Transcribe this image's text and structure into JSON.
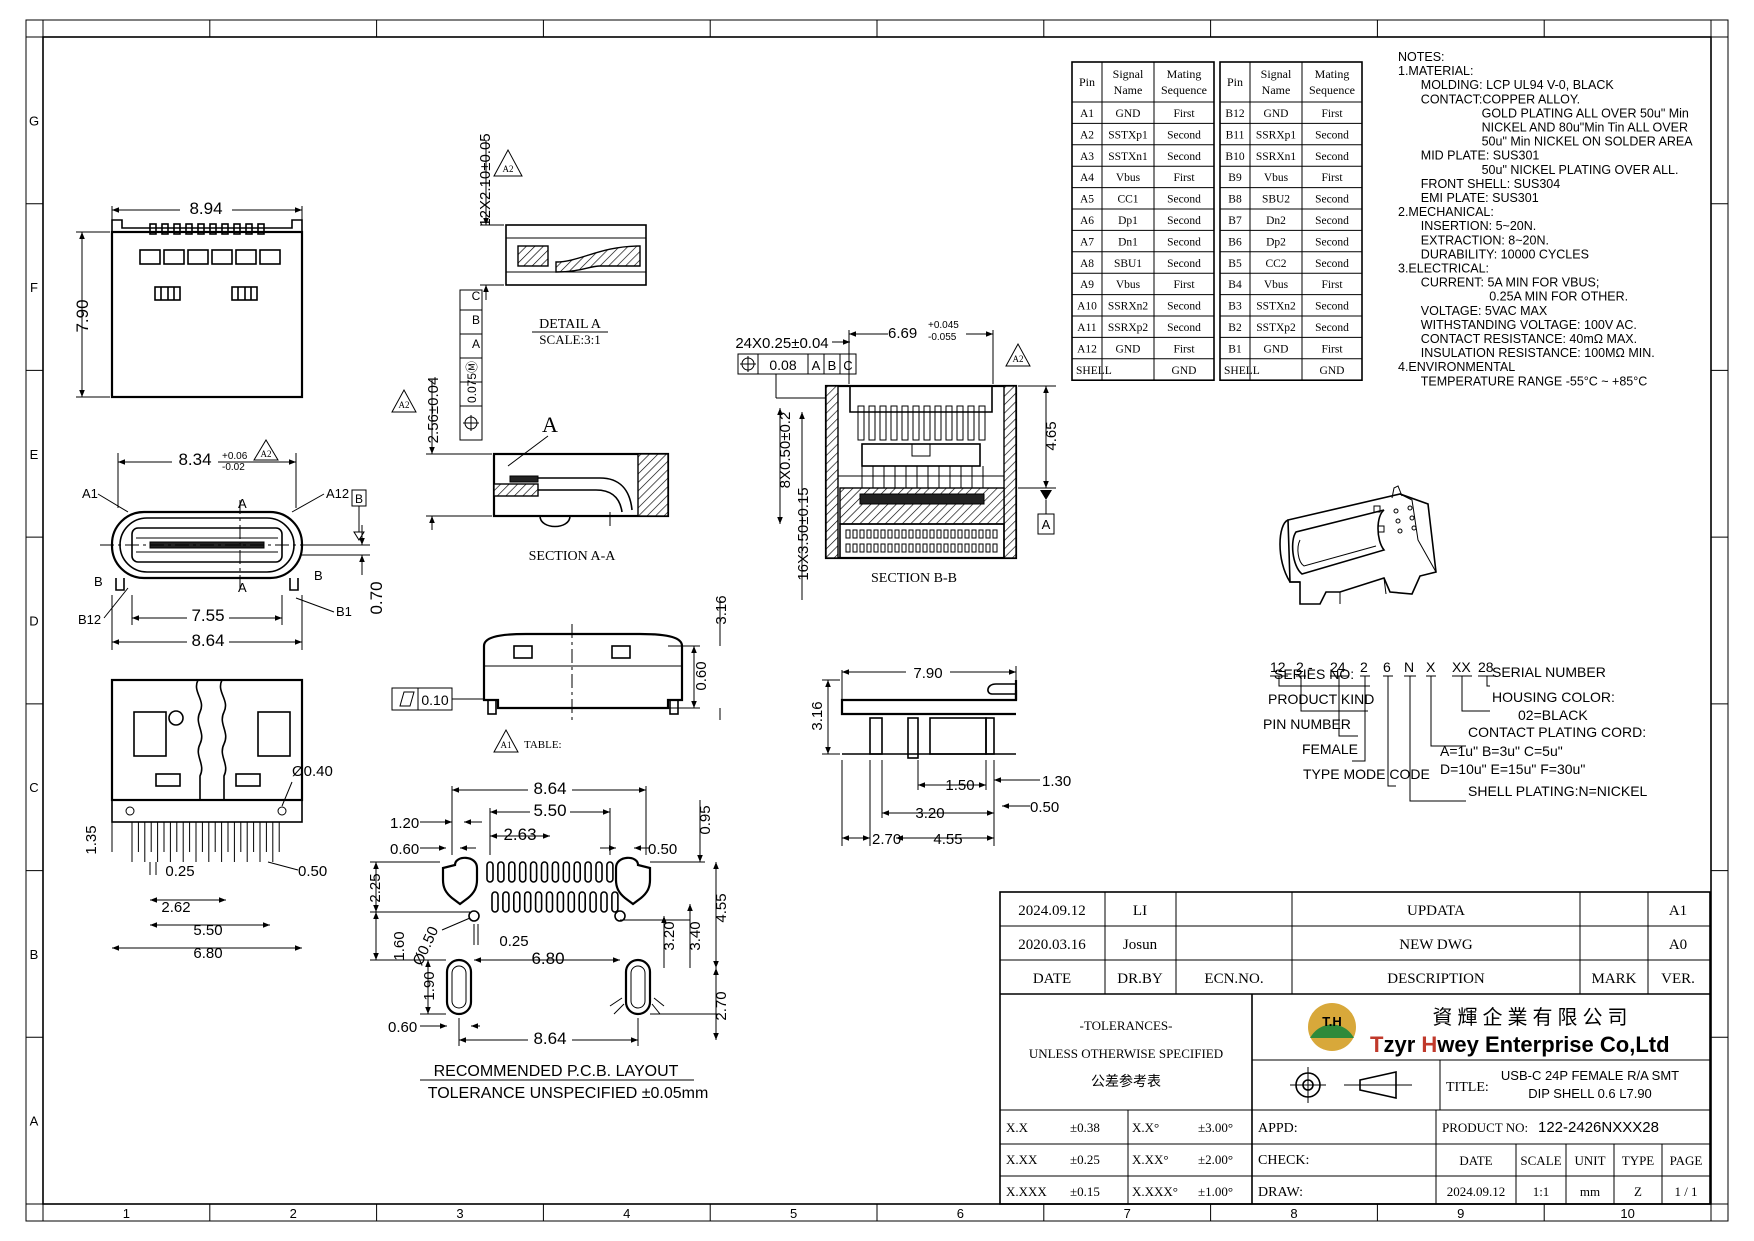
{
  "frame": {
    "columns": [
      "1",
      "2",
      "3",
      "4",
      "5",
      "6",
      "7",
      "8",
      "9",
      "10"
    ],
    "rows": [
      "G",
      "F",
      "E",
      "D",
      "C",
      "B",
      "A"
    ]
  },
  "top_view": {
    "width_dim": "8.94",
    "height_dim": "7.90"
  },
  "front_view": {
    "width_dim": "8.34",
    "tol_plus": "+0.06",
    "tol_minus": "-0.02",
    "inner_dim": "7.55",
    "outer_dim": "8.64",
    "height_dim": "0.70",
    "pin_a1": "A1",
    "pin_a12": "A12",
    "pin_b12": "B12",
    "pin_b1": "B1",
    "section_a": "A",
    "section_b": "B",
    "datum_b": "B"
  },
  "bottom_view": {
    "hole_dim": "Ø0.40",
    "dim_135": "1.35",
    "pitch": "0.25",
    "dim_050": "0.50",
    "dim_262": "2.62",
    "dim_550": "5.50",
    "dim_680": "6.80"
  },
  "detail_a": {
    "pitch_dim": "12X2.10±0.05",
    "title": "DETAIL A",
    "scale": "SCALE:3:1",
    "revision": "A2"
  },
  "section_aa": {
    "height_dim": "2.56±0.04",
    "position_tol": "0.075Ⓜ",
    "datums": [
      "A",
      "B",
      "C"
    ],
    "label": "A",
    "title": "SECTION A-A",
    "revision": "A2"
  },
  "side_view": {
    "flatness": "0.10",
    "dim_316": "3.16",
    "dim_060": "0.60",
    "table": "TABLE:",
    "revision": "A1"
  },
  "section_bb": {
    "pin_dim": "24X0.25±0.04",
    "pos_tol": "0.08",
    "datums": [
      "A",
      "B",
      "C"
    ],
    "width_dim": "6.69",
    "tol_plus": "+0.045",
    "tol_minus": "-0.055",
    "dim_800": "8X0.50±0.2",
    "dim_1635": "16X3.50±0.15",
    "dim_465": "4.65",
    "datum_a": "A",
    "title": "SECTION B-B",
    "revision": "A2"
  },
  "right_side": {
    "dim_790": "7.90",
    "dim_316": "3.16",
    "dim_150": "1.50",
    "dim_130": "1.30",
    "dim_320": "3.20",
    "dim_050": "0.50",
    "dim_270": "2.70",
    "dim_455": "4.55"
  },
  "pcb_layout": {
    "dim_864_top": "8.64",
    "dim_550": "5.50",
    "dim_263": "2.63",
    "dim_120": "1.20",
    "dim_060": "0.60",
    "dim_050": "0.50",
    "dim_095": "0.95",
    "dim_225": "2.25",
    "dim_160": "1.60",
    "hole": "Ø0.50",
    "dim_025": "0.25",
    "dim_680": "6.80",
    "dim_320": "3.20",
    "dim_340": "3.40",
    "dim_455": "4.55",
    "dim_190": "1.90",
    "dim_060b": "0.60",
    "dim_864_bot": "8.64",
    "dim_270": "2.70",
    "title": "RECOMMENDED    P.C.B.  LAYOUT",
    "tolerance": "TOLERANCE  UNSPECIFIED  ±0.05mm"
  },
  "pin_table": {
    "headers": [
      "Pin",
      "Signal Name",
      "Mating Sequence",
      "Pin",
      "Signal Name",
      "Mating Sequence"
    ],
    "rows": [
      [
        "A1",
        "GND",
        "First",
        "B12",
        "GND",
        "First"
      ],
      [
        "A2",
        "SSTXp1",
        "Second",
        "B11",
        "SSRXp1",
        "Second"
      ],
      [
        "A3",
        "SSTXn1",
        "Second",
        "B10",
        "SSRXn1",
        "Second"
      ],
      [
        "A4",
        "Vbus",
        "First",
        "B9",
        "Vbus",
        "First"
      ],
      [
        "A5",
        "CC1",
        "Second",
        "B8",
        "SBU2",
        "Second"
      ],
      [
        "A6",
        "Dp1",
        "Second",
        "B7",
        "Dn2",
        "Second"
      ],
      [
        "A7",
        "Dn1",
        "Second",
        "B6",
        "Dp2",
        "Second"
      ],
      [
        "A8",
        "SBU1",
        "Second",
        "B5",
        "CC2",
        "Second"
      ],
      [
        "A9",
        "Vbus",
        "First",
        "B4",
        "Vbus",
        "First"
      ],
      [
        "A10",
        "SSRXn2",
        "Second",
        "B3",
        "SSTXn2",
        "Second"
      ],
      [
        "A11",
        "SSRXp2",
        "Second",
        "B2",
        "SSTXp2",
        "Second"
      ],
      [
        "A12",
        "GND",
        "First",
        "B1",
        "GND",
        "First"
      ],
      [
        "SHELL",
        "",
        "GND",
        "SHELL",
        "",
        "GND"
      ]
    ]
  },
  "notes": [
    "NOTES:",
    "1.MATERIAL:",
    "   MOLDING: LCP UL94 V-0, BLACK",
    "   CONTACT:COPPER ALLOY.",
    "           GOLD PLATING ALL OVER 50u\" Min",
    "           NICKEL AND 80u\"Min Tin ALL OVER",
    "           50u\" Min NICKEL ON SOLDER AREA",
    "   MID PLATE: SUS301",
    "           50u\" NICKEL PLATING OVER ALL.",
    "   FRONT SHELL:  SUS304",
    "   EMI PLATE:  SUS301",
    "2.MECHANICAL:",
    "   INSERTION: 5~20N.",
    "   EXTRACTION: 8~20N.",
    "   DURABILITY: 10000 CYCLES",
    "3.ELECTRICAL:",
    "   CURRENT: 5A MIN FOR VBUS;",
    "            0.25A MIN FOR OTHER.",
    "   VOLTAGE: 5VAC MAX",
    "   WITHSTANDING VOLTAGE: 100V AC.",
    "   CONTACT RESISTANCE: 40mΩ MAX.",
    "   INSULATION RESISTANCE: 100MΩ MIN.",
    "4.ENVIRONMENTAL",
    "   TEMPERATURE RANGE -55°C ~ +85°C"
  ],
  "part_number": {
    "codes": [
      "12",
      "2",
      "-",
      "24",
      "2",
      "6",
      "N",
      "X",
      "XX",
      "28"
    ],
    "series": "SERIES NO:",
    "product_kind": "PRODUCT KIND",
    "pin_number": "PIN NUMBER",
    "female": "FEMALE",
    "type_mode": "TYPE MODE CODE",
    "serial": "SERIAL NUMBER",
    "housing": "HOUSING COLOR:",
    "housing_val": "02=BLACK",
    "plating": "CONTACT PLATING CORD:",
    "plating_a": "A=1u\"   B=3u\"   C=5u\"",
    "plating_d": "D=10u\"  E=15u\"  F=30u\"",
    "shell": "SHELL PLATING:N=NICKEL"
  },
  "revisions": [
    {
      "date": "2024.09.12",
      "by": "LI",
      "ecn": "",
      "desc": "UPDATA",
      "mark": "",
      "ver": "A1"
    },
    {
      "date": "2020.03.16",
      "by": "Josun",
      "ecn": "",
      "desc": "NEW DWG",
      "mark": "",
      "ver": "A0"
    }
  ],
  "rev_headers": {
    "date": "DATE",
    "by": "DR.BY",
    "ecn": "ECN.NO.",
    "desc": "DESCRIPTION",
    "mark": "MARK",
    "ver": "VER."
  },
  "tolerances": {
    "title": "-TOLERANCES-",
    "line1": "UNLESS OTHERWISE SPECIFIED",
    "line2": "公差参考表",
    "rows": [
      [
        "X.X",
        "±0.38",
        "X.X°",
        "±3.00°"
      ],
      [
        "X.XX",
        "±0.25",
        "X.XX°",
        "±2.00°"
      ],
      [
        "X.XXX",
        "±0.15",
        "X.XXX°",
        "±1.00°"
      ]
    ]
  },
  "company": {
    "logo": "T.H",
    "cn": "資 輝 企 業 有 限 公 司",
    "en_t": "T",
    "en_zyr": "zyr ",
    "en_h": "H",
    "en_rest": "wey Enterprise Co,Ltd"
  },
  "title_block": {
    "title_label": "TITLE:",
    "title_1": "USB-C 24P FEMALE R/A SMT",
    "title_2": "DIP SHELL 0.6 L7.90",
    "product_label": "PRODUCT NO:",
    "product_no": "122-2426NXXX28",
    "appd": "APPD:",
    "check": "CHECK:",
    "draw": "DRAW:",
    "headers": [
      "DATE",
      "SCALE",
      "UNIT",
      "TYPE",
      "PAGE"
    ],
    "values": [
      "2024.09.12",
      "1:1",
      "mm",
      "Z",
      "1 / 1"
    ]
  }
}
